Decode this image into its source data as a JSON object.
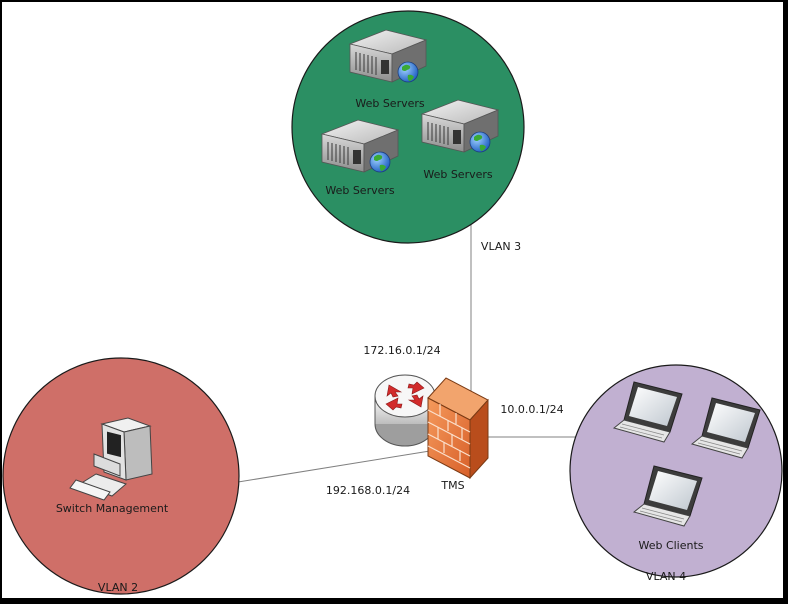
{
  "colors": {
    "vlan3_fill": "#2b8f63",
    "vlan2_fill": "#cf6f68",
    "vlan4_fill": "#c1b0d1",
    "link_line": "#808080",
    "firewall_brick": "#e8793b",
    "router_arrow": "#d22b2b"
  },
  "vlans": {
    "vlan3": {
      "label": "VLAN 3"
    },
    "vlan2": {
      "label": "VLAN 2"
    },
    "vlan4": {
      "label": "VLAN 4"
    }
  },
  "nodes": {
    "web_server_1": {
      "label": "Web Servers",
      "icon": "server-globe-icon"
    },
    "web_server_2": {
      "label": "Web Servers",
      "icon": "server-globe-icon"
    },
    "web_server_3": {
      "label": "Web Servers",
      "icon": "server-globe-icon"
    },
    "switch_management": {
      "label": "Switch Management",
      "icon": "desktop-computer-icon"
    },
    "web_clients": {
      "label": "Web Clients",
      "icon": "laptop-icon"
    },
    "tms": {
      "label": "TMS",
      "icon": "router-firewall-icon"
    }
  },
  "links": {
    "to_vlan3": {
      "address": "172.16.0.1/24"
    },
    "to_vlan2": {
      "address": "192.168.0.1/24"
    },
    "to_vlan4": {
      "address": "10.0.0.1/24"
    }
  }
}
